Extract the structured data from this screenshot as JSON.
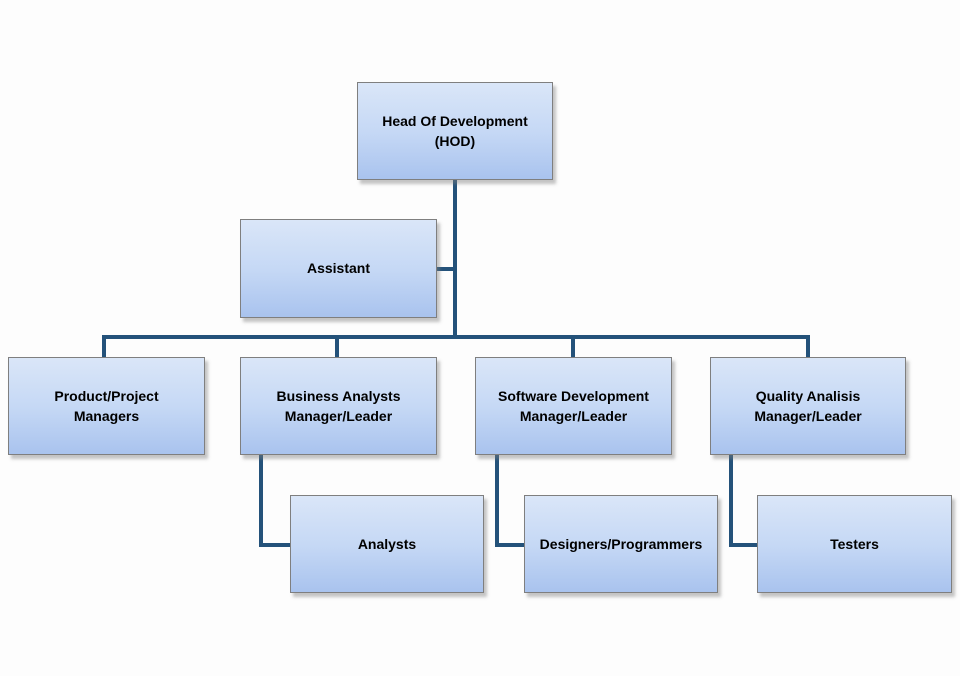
{
  "theme": {
    "background": "#FDFDFD",
    "box_gradient_top": "#DAE6F8",
    "box_gradient_mid": "#C5D8F5",
    "box_gradient_bottom": "#A9C3EE",
    "box_border": "#7F7F7F",
    "connector_color": "#24527A",
    "text_color": "#000000"
  },
  "diagram": {
    "type": "org-chart",
    "nodes": [
      {
        "id": "hod",
        "label": "Head Of Development\n(HOD)"
      },
      {
        "id": "assistant",
        "label": "Assistant"
      },
      {
        "id": "product_project_managers",
        "label": "Product/Project\nManagers"
      },
      {
        "id": "business_analysts_manager",
        "label": "Business Analysts\nManager/Leader"
      },
      {
        "id": "software_development_manager",
        "label": "Software Development\nManager/Leader"
      },
      {
        "id": "quality_analisis_manager",
        "label": "Quality Analisis\nManager/Leader"
      },
      {
        "id": "analysts",
        "label": "Analysts"
      },
      {
        "id": "designers_programmers",
        "label": "Designers/Programmers"
      },
      {
        "id": "testers",
        "label": "Testers"
      }
    ],
    "edges": [
      {
        "from": "hod",
        "to": "assistant"
      },
      {
        "from": "hod",
        "to": "product_project_managers"
      },
      {
        "from": "hod",
        "to": "business_analysts_manager"
      },
      {
        "from": "hod",
        "to": "software_development_manager"
      },
      {
        "from": "hod",
        "to": "quality_analisis_manager"
      },
      {
        "from": "business_analysts_manager",
        "to": "analysts"
      },
      {
        "from": "software_development_manager",
        "to": "designers_programmers"
      },
      {
        "from": "quality_analisis_manager",
        "to": "testers"
      }
    ]
  }
}
